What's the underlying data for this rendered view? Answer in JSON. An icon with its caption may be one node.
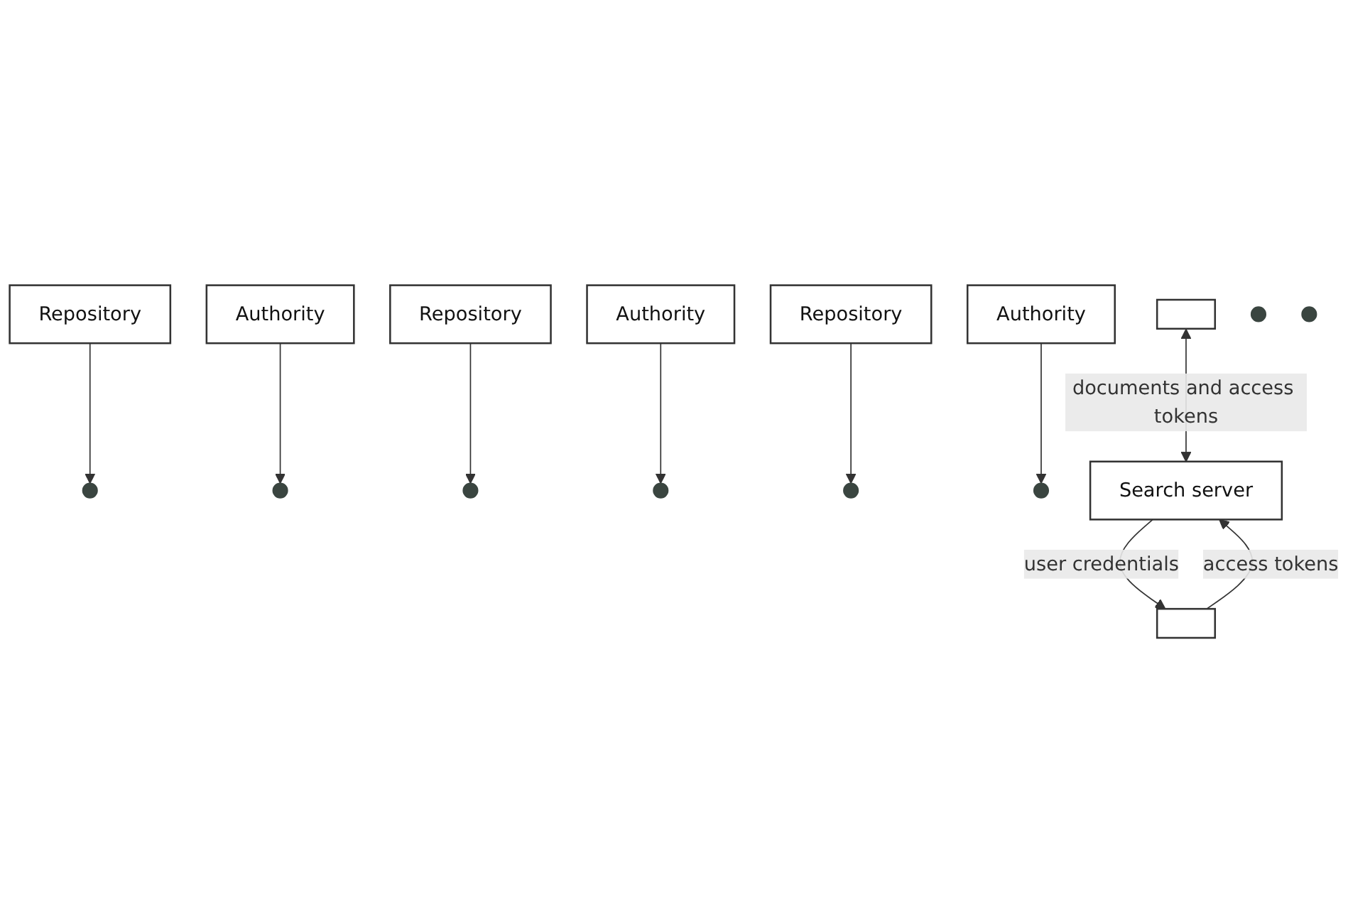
{
  "diagram": {
    "nodes": [
      {
        "text": [],
        "shape": "box"
      },
      {
        "text": [],
        "shape": "box"
      },
      {
        "text": [
          "Repository"
        ]
      },
      {
        "text": [],
        "shape": "circle"
      },
      {
        "text": [],
        "shape": "circle"
      },
      {
        "text": [
          "Authority"
        ]
      },
      {
        "text": [
          "Repository"
        ]
      },
      {
        "text": [],
        "shape": "circle"
      },
      {
        "text": [],
        "shape": "circle"
      },
      {
        "text": [
          "Authority"
        ]
      },
      {
        "text": [
          "Repository"
        ]
      },
      {
        "text": [],
        "shape": "circle"
      },
      {
        "text": [],
        "shape": "circle"
      },
      {
        "text": [
          "Authority"
        ]
      },
      {
        "text": [],
        "shape": "circle"
      },
      {
        "text": [],
        "shape": "circle"
      },
      {
        "text": [
          "Search server"
        ]
      }
    ],
    "edges": [
      {
        "from": 2,
        "to": 3,
        "arrow": "to"
      },
      {
        "from": 5,
        "to": 4,
        "arrow": "to"
      },
      {
        "from": 6,
        "to": 7,
        "arrow": "to"
      },
      {
        "from": 9,
        "to": 8,
        "arrow": "to"
      },
      {
        "from": 10,
        "to": 11,
        "arrow": "to"
      },
      {
        "from": 13,
        "to": 12,
        "arrow": "to"
      },
      {
        "from": 0,
        "to": 16,
        "arrow": "both",
        "label": "documents and access tokens"
      },
      {
        "from": 1,
        "to": 16,
        "arrow": "to",
        "label": "access tokens"
      },
      {
        "from": 16,
        "to": 1,
        "arrow": "to",
        "label": "user credentials"
      }
    ]
  }
}
